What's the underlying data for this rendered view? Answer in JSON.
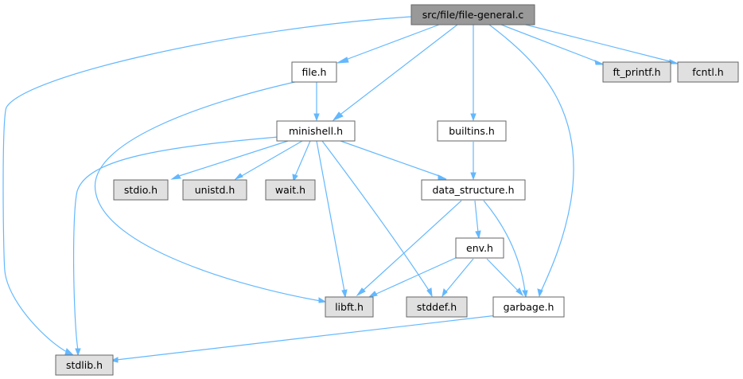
{
  "colors": {
    "edge": "#63b8ff",
    "root_fill": "#999999",
    "local_fill": "#ffffff",
    "system_fill": "#e0e0e0",
    "border": "#666666",
    "root_border": "#666666"
  },
  "nodes": {
    "root": "src/file/file-general.c",
    "file_h": "file.h",
    "ft_printf_h": "ft_printf.h",
    "fcntl_h": "fcntl.h",
    "minishell_h": "minishell.h",
    "builtins_h": "builtins.h",
    "stdio_h": "stdio.h",
    "unistd_h": "unistd.h",
    "wait_h": "wait.h",
    "data_structure_h": "data_structure.h",
    "env_h": "env.h",
    "libft_h": "libft.h",
    "stddef_h": "stddef.h",
    "garbage_h": "garbage.h",
    "stdlib_h": "stdlib.h"
  }
}
